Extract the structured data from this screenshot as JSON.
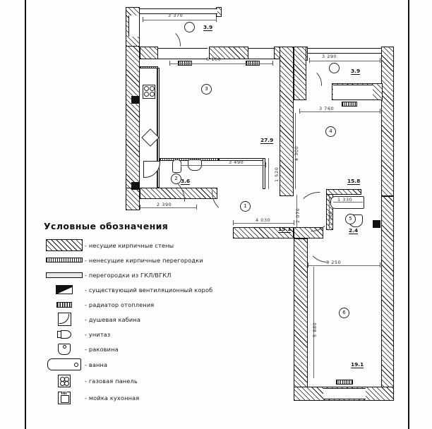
{
  "legend": {
    "title": "Условные обозначения",
    "items": [
      {
        "icon": "bearing-brick-wall-icon",
        "label": "- несущие кирпичные стены"
      },
      {
        "icon": "non-bearing-brick-partition-icon",
        "label": "- ненесущие кирпичные перегородки"
      },
      {
        "icon": "gkl-partition-icon",
        "label": "- перегородки из ГКЛ/ВГКЛ"
      },
      {
        "icon": "ventilation-duct-icon",
        "label": "- существующий вентиляционный короб"
      },
      {
        "icon": "radiator-icon",
        "label": "- радиатор отопления"
      },
      {
        "icon": "shower-cabin-icon",
        "label": "- душевая кабина"
      },
      {
        "icon": "toilet-icon",
        "label": "- унитаз"
      },
      {
        "icon": "washbasin-icon",
        "label": "- раковина"
      },
      {
        "icon": "bathtub-icon",
        "label": "- ванна"
      },
      {
        "icon": "gas-stove-icon",
        "label": "- газовая панель"
      },
      {
        "icon": "kitchen-sink-icon",
        "label": "- мойка кухонная"
      }
    ]
  },
  "plan": {
    "rooms": [
      {
        "id": "1",
        "number": "1",
        "area": "15.1"
      },
      {
        "id": "2",
        "number": "2",
        "area": "3.6"
      },
      {
        "id": "3",
        "number": "3",
        "area": "27.9"
      },
      {
        "id": "4",
        "number": "4",
        "area": "15.8"
      },
      {
        "id": "5",
        "number": "5",
        "area": "2.4"
      },
      {
        "id": "6",
        "number": "6",
        "area": "19.1"
      }
    ],
    "balconies": [
      {
        "id": "b1",
        "width": "3 370",
        "area": "3.9"
      },
      {
        "id": "b2",
        "width": "3 290",
        "area": "3.9"
      }
    ],
    "dimensions": {
      "balcony_left_width": "3 370",
      "balcony_left_area": "3.9",
      "balcony_right_width": "3 290",
      "balcony_right_area": "3.9",
      "room3_width": "6 100",
      "room3_area": "27.9",
      "room3_inner_width": "3 490",
      "room3_inner_height": "1 520",
      "room4_width": "3 760",
      "room4_height": "4 300",
      "room4_area": "15.8",
      "room2_width": "2 390",
      "room2_area": "3.6",
      "room5_width": "1 330",
      "room5_height": "2 080",
      "room5_area": "2.4",
      "hall_width": "4 030",
      "hall_height": "2 070",
      "hall_area": "15.1",
      "room6_width": "3 250",
      "room6_height": "5 880",
      "room6_area": "19.1"
    }
  }
}
